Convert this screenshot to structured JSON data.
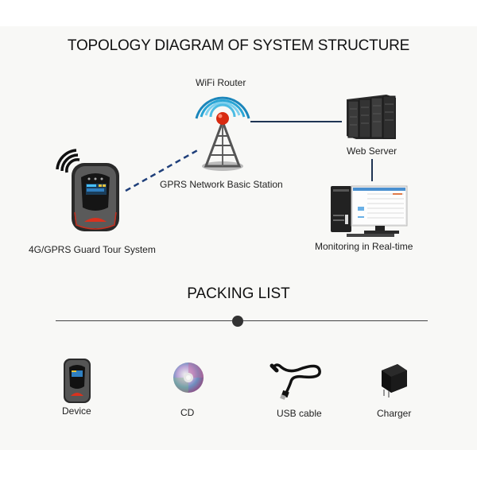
{
  "topology": {
    "title": "TOPOLOGY DIAGRAM OF SYSTEM STRUCTURE",
    "nodes": {
      "wifi_router": {
        "label": "WiFi Router"
      },
      "base_station": {
        "label": "GPRS Network Basic Station"
      },
      "web_server": {
        "label": "Web Server"
      },
      "monitoring": {
        "label": "Monitoring in Real-time"
      },
      "device": {
        "label": "4G/GPRS Guard Tour System"
      }
    },
    "links": [
      {
        "from": "device",
        "to": "base_station",
        "style": "dashed",
        "color": "#1f3f7a"
      },
      {
        "from": "wifi_router",
        "to": "web_server",
        "style": "solid",
        "color": "#1f3554"
      },
      {
        "from": "web_server",
        "to": "monitoring",
        "style": "solid",
        "color": "#1f3554"
      }
    ],
    "colors": {
      "wifi_waves": "#2aa6d6",
      "antenna_ball": "#d82a10",
      "device_accent": "#d8321e"
    }
  },
  "packing_list": {
    "title": "PACKING LIST",
    "items": [
      {
        "label": "Device",
        "icon": "device-icon"
      },
      {
        "label": "CD",
        "icon": "cd-icon"
      },
      {
        "label": "USB cable",
        "icon": "usb-cable-icon"
      },
      {
        "label": "Charger",
        "icon": "charger-icon"
      }
    ]
  }
}
